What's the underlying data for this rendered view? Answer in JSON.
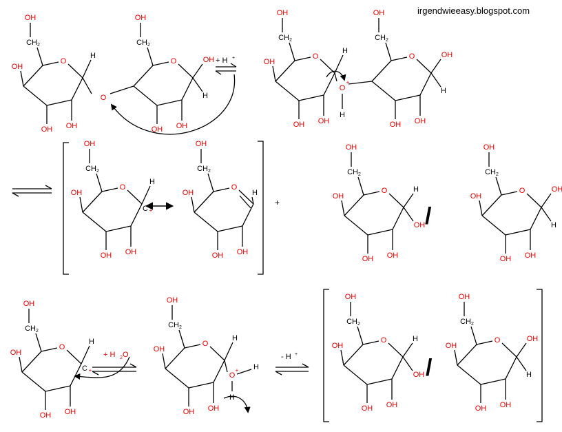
{
  "watermark": "irgendwieeasy.blogspot.com",
  "colors": {
    "bond": "#000000",
    "hetero": "#e00000"
  },
  "labels": {
    "OH": "OH",
    "O": "O",
    "H": "H",
    "CH2": "CH",
    "sub2": "2",
    "plus": "+",
    "H2O": "H",
    "H2O_O": "O",
    "minus": "-",
    "Hplus": "H"
  },
  "step1": {
    "reagent": "+ H"
  },
  "step4": {
    "reagent": "+ H",
    "reagent_tail": "O"
  },
  "step5": {
    "reagent": "- H"
  },
  "separators": {
    "slash": "/",
    "plus": "+"
  }
}
